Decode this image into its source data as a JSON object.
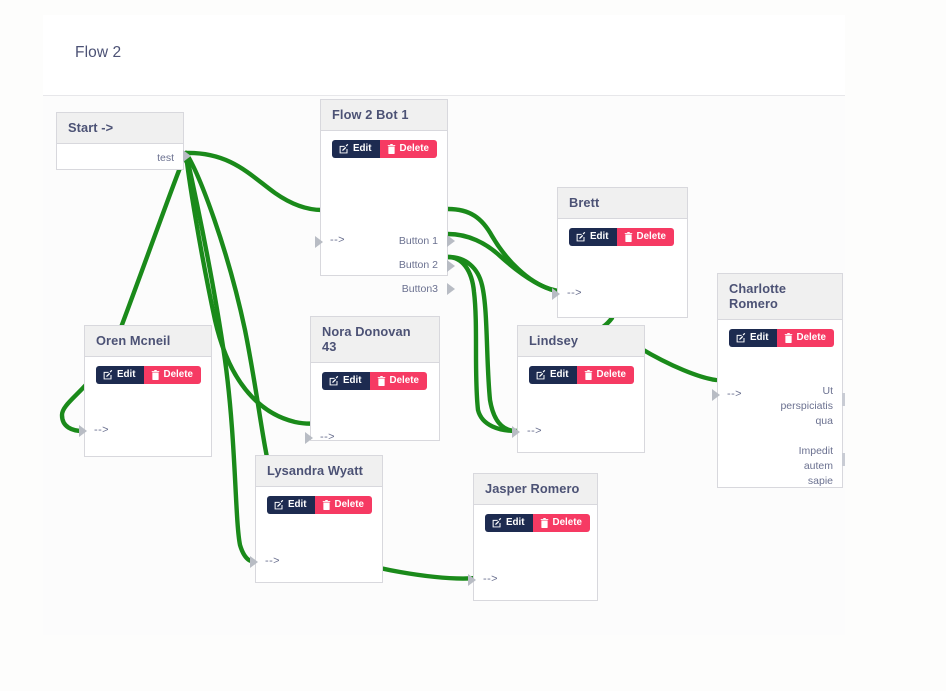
{
  "page": {
    "background": "#fdfdfc",
    "card_background": "#ffffff",
    "canvas_background": "#fcfcfc"
  },
  "header": {
    "title": "Flow 2"
  },
  "theme": {
    "edge_color": "#1a8a1a",
    "edit_button_color": "#1d2b50",
    "delete_button_color": "#f63a63",
    "node_header_color": "#f0f0f0",
    "node_title_color": "#4c5275",
    "handle_color": "#b8bcc4"
  },
  "actions": {
    "edit_label": "Edit",
    "delete_label": "Delete",
    "edit_icon": "pencil-square-icon",
    "delete_icon": "trash-icon"
  },
  "nodes": [
    {
      "id": "start",
      "title": "Start ->",
      "has_actions": false,
      "inputs": [],
      "outputs": [
        "test"
      ]
    },
    {
      "id": "flow2bot1",
      "title": "Flow 2 Bot 1",
      "has_actions": true,
      "inputs": [
        "-->"
      ],
      "outputs": [
        "Button 1",
        "Button 2",
        "Button3"
      ]
    },
    {
      "id": "oren",
      "title": "Oren Mcneil",
      "has_actions": true,
      "inputs": [
        "-->"
      ],
      "outputs": []
    },
    {
      "id": "nora",
      "title": "Nora Donovan 43",
      "has_actions": true,
      "inputs": [
        "-->"
      ],
      "outputs": []
    },
    {
      "id": "lysandra",
      "title": "Lysandra Wyatt",
      "has_actions": true,
      "inputs": [
        "-->"
      ],
      "outputs": []
    },
    {
      "id": "brett",
      "title": "Brett",
      "has_actions": true,
      "inputs": [
        "-->"
      ],
      "outputs": []
    },
    {
      "id": "lindsey",
      "title": "Lindsey",
      "has_actions": true,
      "inputs": [
        "-->"
      ],
      "outputs": []
    },
    {
      "id": "jasper",
      "title": "Jasper Romero",
      "has_actions": true,
      "inputs": [
        "-->"
      ],
      "outputs": []
    },
    {
      "id": "charlotte",
      "title": "Charlotte Romero",
      "has_actions": true,
      "inputs": [
        "-->"
      ],
      "outputs": [
        "Ut perspiciatis qua",
        "Impedit autem sapie"
      ]
    }
  ],
  "labels": {
    "start_title": "Start ->",
    "start_out_test": "test",
    "bot_title": "Flow 2 Bot 1",
    "bot_in": "-->",
    "bot_out_1": "Button 1",
    "bot_out_2": "Button 2",
    "bot_out_3": "Button3",
    "oren_title": "Oren Mcneil",
    "oren_in": "-->",
    "nora_title": "Nora Donovan 43",
    "nora_in": "-->",
    "lysandra_title": "Lysandra Wyatt",
    "lysandra_in": "-->",
    "brett_title": "Brett",
    "brett_in": "-->",
    "lindsey_title": "Lindsey",
    "lindsey_in": "-->",
    "jasper_title": "Jasper Romero",
    "jasper_in": "-->",
    "charlotte_title": "Charlotte Romero",
    "charlotte_in": "-->",
    "charlotte_out_1_line1": "Ut",
    "charlotte_out_1_line2": "perspiciatis",
    "charlotte_out_1_line3": "qua",
    "charlotte_out_2_line1": "Impedit",
    "charlotte_out_2_line2": "autem",
    "charlotte_out_2_line3": "sapie"
  },
  "edges": [
    {
      "from": "start.test",
      "to": "flow2bot1.in"
    },
    {
      "from": "start.test",
      "to": "oren.in"
    },
    {
      "from": "start.test",
      "to": "nora.in"
    },
    {
      "from": "start.test",
      "to": "lysandra.in"
    },
    {
      "from": "start.test",
      "to": "jasper.in"
    },
    {
      "from": "flow2bot1.Button 1",
      "to": "brett.in"
    },
    {
      "from": "flow2bot1.Button 2",
      "to": "brett.in"
    },
    {
      "from": "flow2bot1.Button3",
      "to": "lindsey.in"
    },
    {
      "from": "brett.out",
      "to": "charlotte.in"
    }
  ]
}
